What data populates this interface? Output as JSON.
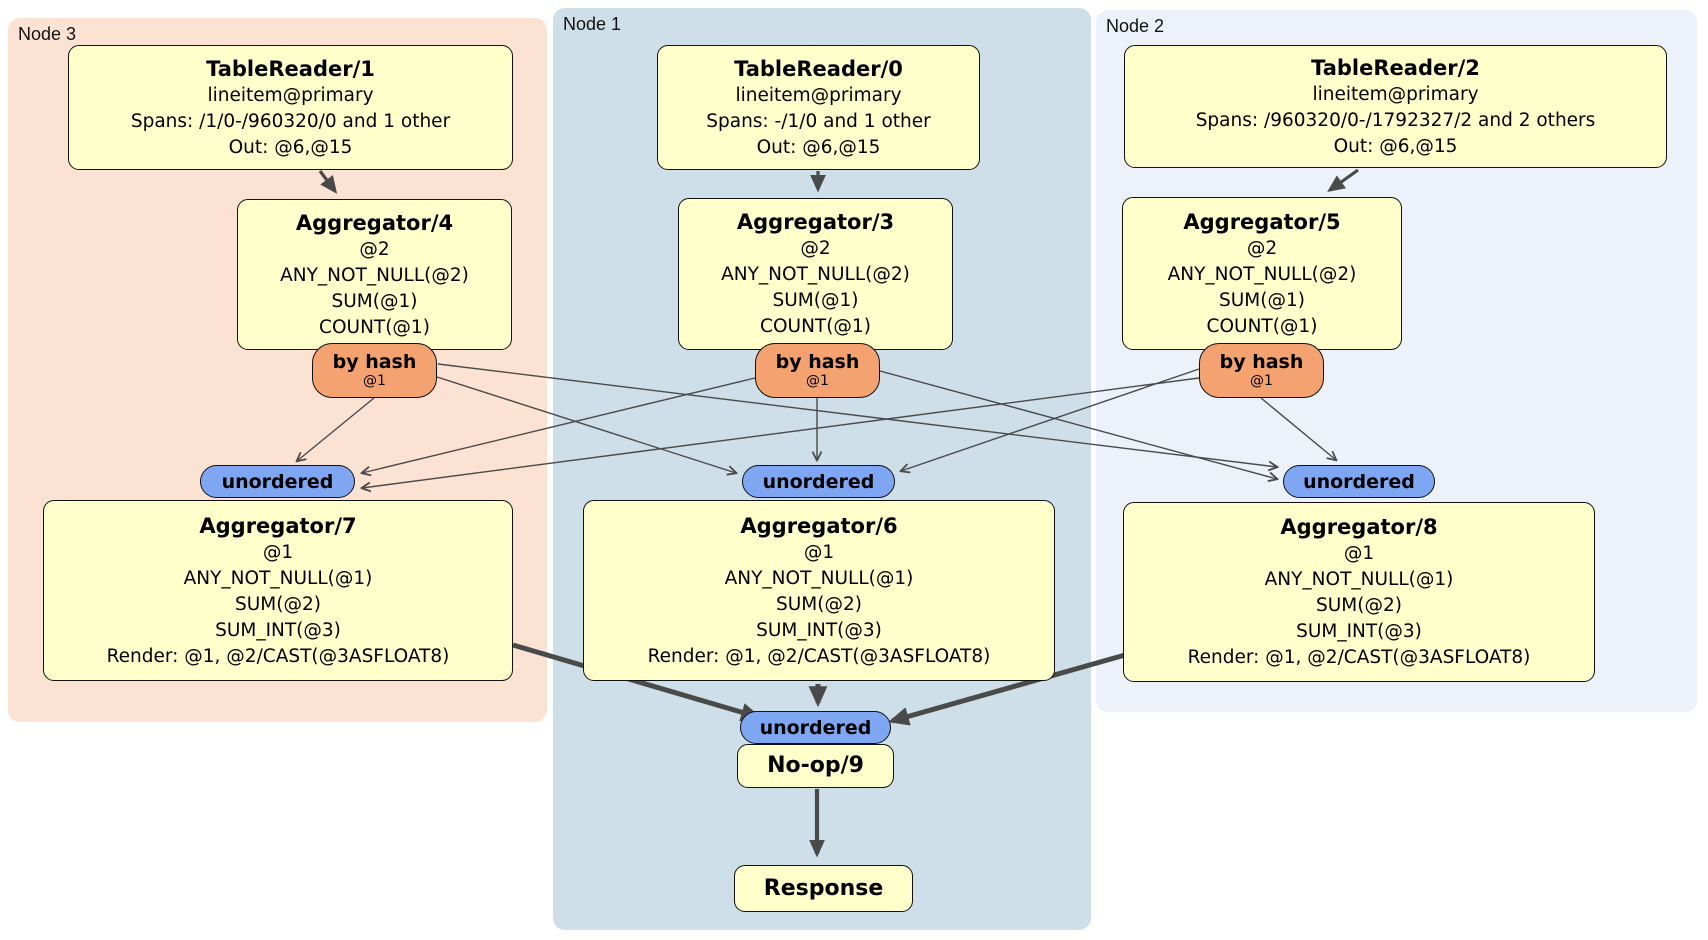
{
  "regions": {
    "node3": {
      "label": "Node 3"
    },
    "node1": {
      "label": "Node 1"
    },
    "node2": {
      "label": "Node 2"
    }
  },
  "processors": {
    "tr1": {
      "title": "TableReader/1",
      "lines": [
        "lineitem@primary",
        "Spans: /1/0-/960320/0 and 1 other",
        "Out: @6,@15"
      ]
    },
    "tr0": {
      "title": "TableReader/0",
      "lines": [
        "lineitem@primary",
        "Spans: -/1/0 and 1 other",
        "Out: @6,@15"
      ]
    },
    "tr2": {
      "title": "TableReader/2",
      "lines": [
        "lineitem@primary",
        "Spans: /960320/0-/1792327/2 and 2 others",
        "Out: @6,@15"
      ]
    },
    "agg4": {
      "title": "Aggregator/4",
      "lines": [
        "@2",
        "ANY_NOT_NULL(@2)",
        "SUM(@1)",
        "COUNT(@1)"
      ]
    },
    "agg3": {
      "title": "Aggregator/3",
      "lines": [
        "@2",
        "ANY_NOT_NULL(@2)",
        "SUM(@1)",
        "COUNT(@1)"
      ]
    },
    "agg5": {
      "title": "Aggregator/5",
      "lines": [
        "@2",
        "ANY_NOT_NULL(@2)",
        "SUM(@1)",
        "COUNT(@1)"
      ]
    },
    "agg7": {
      "title": "Aggregator/7",
      "lines": [
        "@1",
        "ANY_NOT_NULL(@1)",
        "SUM(@2)",
        "SUM_INT(@3)",
        "Render: @1, @2/CAST(@3ASFLOAT8)"
      ]
    },
    "agg6": {
      "title": "Aggregator/6",
      "lines": [
        "@1",
        "ANY_NOT_NULL(@1)",
        "SUM(@2)",
        "SUM_INT(@3)",
        "Render: @1, @2/CAST(@3ASFLOAT8)"
      ]
    },
    "agg8": {
      "title": "Aggregator/8",
      "lines": [
        "@1",
        "ANY_NOT_NULL(@1)",
        "SUM(@2)",
        "SUM_INT(@3)",
        "Render: @1, @2/CAST(@3ASFLOAT8)"
      ]
    },
    "noop": {
      "title": "No-op/9",
      "lines": []
    },
    "response": {
      "title": "Response",
      "lines": []
    }
  },
  "routers": {
    "byhash3": {
      "label": "by hash",
      "stream": "@1"
    },
    "byhash1": {
      "label": "by hash",
      "stream": "@1"
    },
    "byhash2": {
      "label": "by hash",
      "stream": "@1"
    },
    "sync3": {
      "label": "unordered"
    },
    "sync1": {
      "label": "unordered"
    },
    "sync2": {
      "label": "unordered"
    },
    "sync_final": {
      "label": "unordered"
    }
  },
  "colors": {
    "node3_bg": "#fbe2d3",
    "node1_bg": "#cfdfe9",
    "node2_bg": "#ecf1fa",
    "processor_fill": "#ffffcb",
    "hash_router_fill": "#f4a26f",
    "sync_fill": "#7ea6f2",
    "edge": "#4a4a4a"
  }
}
